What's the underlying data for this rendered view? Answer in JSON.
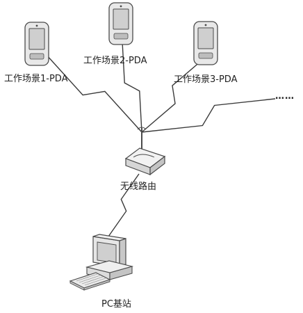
{
  "colors": {
    "line": "#3a3a3a",
    "device_fill": "#e8e8e8",
    "device_stroke": "#4a4a4a",
    "screen_fill": "#cfcfcf",
    "background": "#ffffff"
  },
  "nodes": {
    "pda1": {
      "label": "工作场景1-PDA",
      "icon": "pda-icon"
    },
    "pda2": {
      "label": "工作场景2-PDA",
      "icon": "pda-icon"
    },
    "pda3": {
      "label": "工作场景3-PDA",
      "icon": "pda-icon"
    },
    "router": {
      "label": "无线路由",
      "icon": "wireless-router-icon"
    },
    "pc": {
      "label": "PC基站",
      "icon": "desktop-computer-icon"
    },
    "more": {
      "label": "……"
    }
  },
  "links": [
    {
      "from": "router",
      "to": "pda1",
      "style": "lightning"
    },
    {
      "from": "router",
      "to": "pda2",
      "style": "lightning"
    },
    {
      "from": "router",
      "to": "pda3",
      "style": "lightning"
    },
    {
      "from": "router",
      "to": "more",
      "style": "lightning"
    },
    {
      "from": "router",
      "to": "pc",
      "style": "lightning"
    }
  ]
}
